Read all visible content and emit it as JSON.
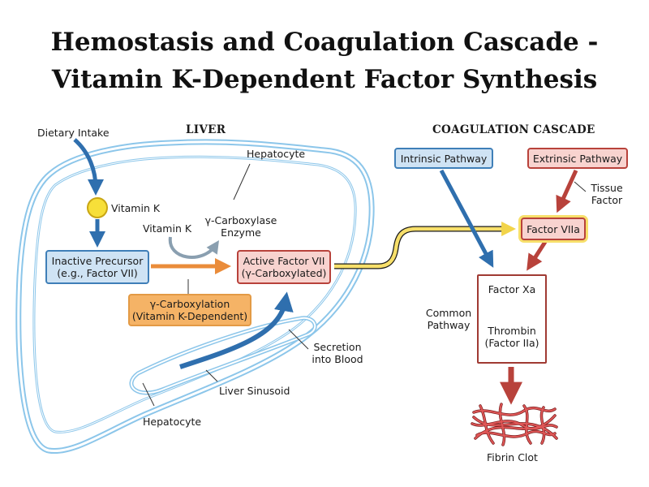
{
  "title": {
    "line1": "Hemostasis and Coagulation Cascade -",
    "line2": "Vitamin K-Dependent Factor Synthesis"
  },
  "liver": {
    "heading": "LIVER",
    "dietary_intake": "Dietary Intake",
    "vitamin_k": "Vitamin K",
    "vitamin_k_cofactor": "Vitamin K",
    "hepatocyte_top": "Hepatocyte",
    "hepatocyte_bottom": "Hepatocyte",
    "enzyme_line1": "γ-Carboxylase",
    "enzyme_line2": "Enzyme",
    "inactive_line1": "Inactive Precursor",
    "inactive_line2": "(e.g., Factor VII)",
    "active_line1": "Active Factor VII",
    "active_line2": "(γ-Carboxylated)",
    "carbox_line1": "γ-Carboxylation",
    "carbox_line2": "(Vitamin K-Dependent)",
    "secretion_line1": "Secretion",
    "secretion_line2": "into Blood",
    "sinusoid": "Liver Sinusoid"
  },
  "cascade": {
    "heading": "COAGULATION CASCADE",
    "intrinsic": "Intrinsic Pathway",
    "extrinsic": "Extrinsic Pathway",
    "tissue_line1": "Tissue",
    "tissue_line2": "Factor",
    "factor_viia": "Factor VIIa",
    "common_line1": "Common",
    "common_line2": "Pathway",
    "factor_xa": "Factor Xa",
    "thrombin_line1": "Thrombin",
    "thrombin_line2": "(Factor IIa)",
    "fibrin_clot": "Fibrin Clot"
  },
  "colors": {
    "blue_arrow": "#2f6fae",
    "red_arrow": "#b8423b",
    "orange_arrow": "#ea8c3a",
    "yellow_arrow": "#f7df6a",
    "liver_outline": "#8cc6ea",
    "fibrin": "#d84a4a"
  }
}
